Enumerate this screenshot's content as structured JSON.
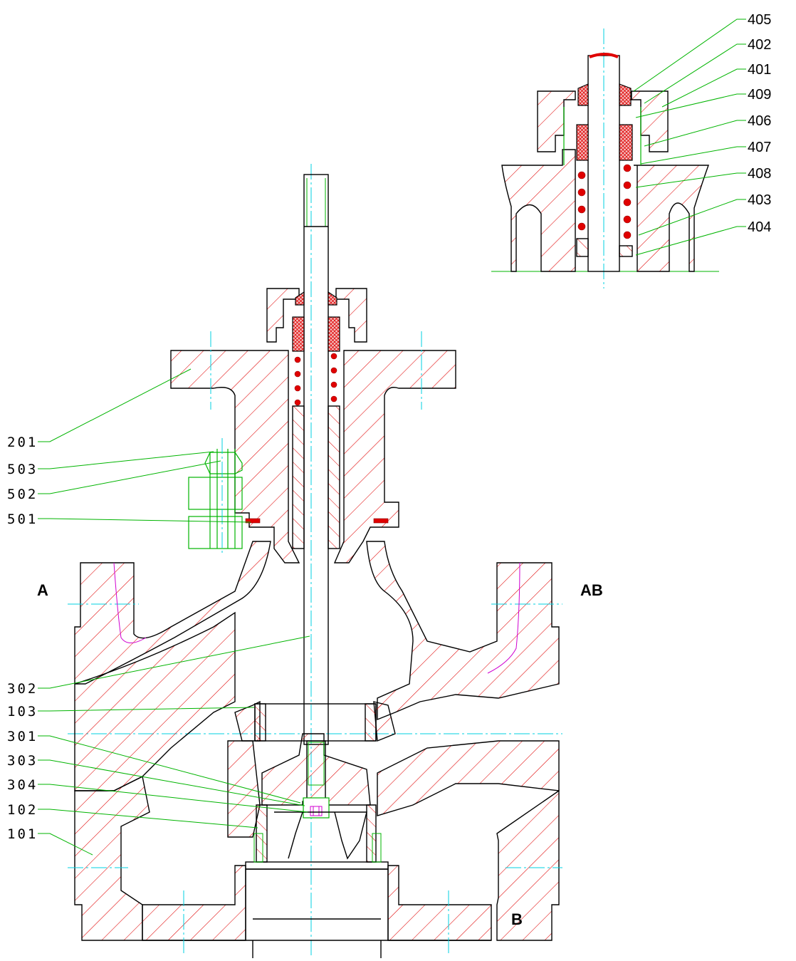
{
  "callouts_right": [
    "405",
    "402",
    "401",
    "409",
    "406",
    "407",
    "408",
    "403",
    "404"
  ],
  "callouts_left": [
    "201",
    "503",
    "502",
    "501",
    "302",
    "103",
    "301",
    "303",
    "304",
    "102",
    "101"
  ],
  "ports": {
    "a": "A",
    "ab": "AB",
    "b": "B"
  },
  "colors": {
    "section_hatch": "#e00000",
    "leader_lines": "#00b400",
    "center_lines": "#00d0e0",
    "outline": "#000000",
    "highlight": "#d000d0"
  }
}
